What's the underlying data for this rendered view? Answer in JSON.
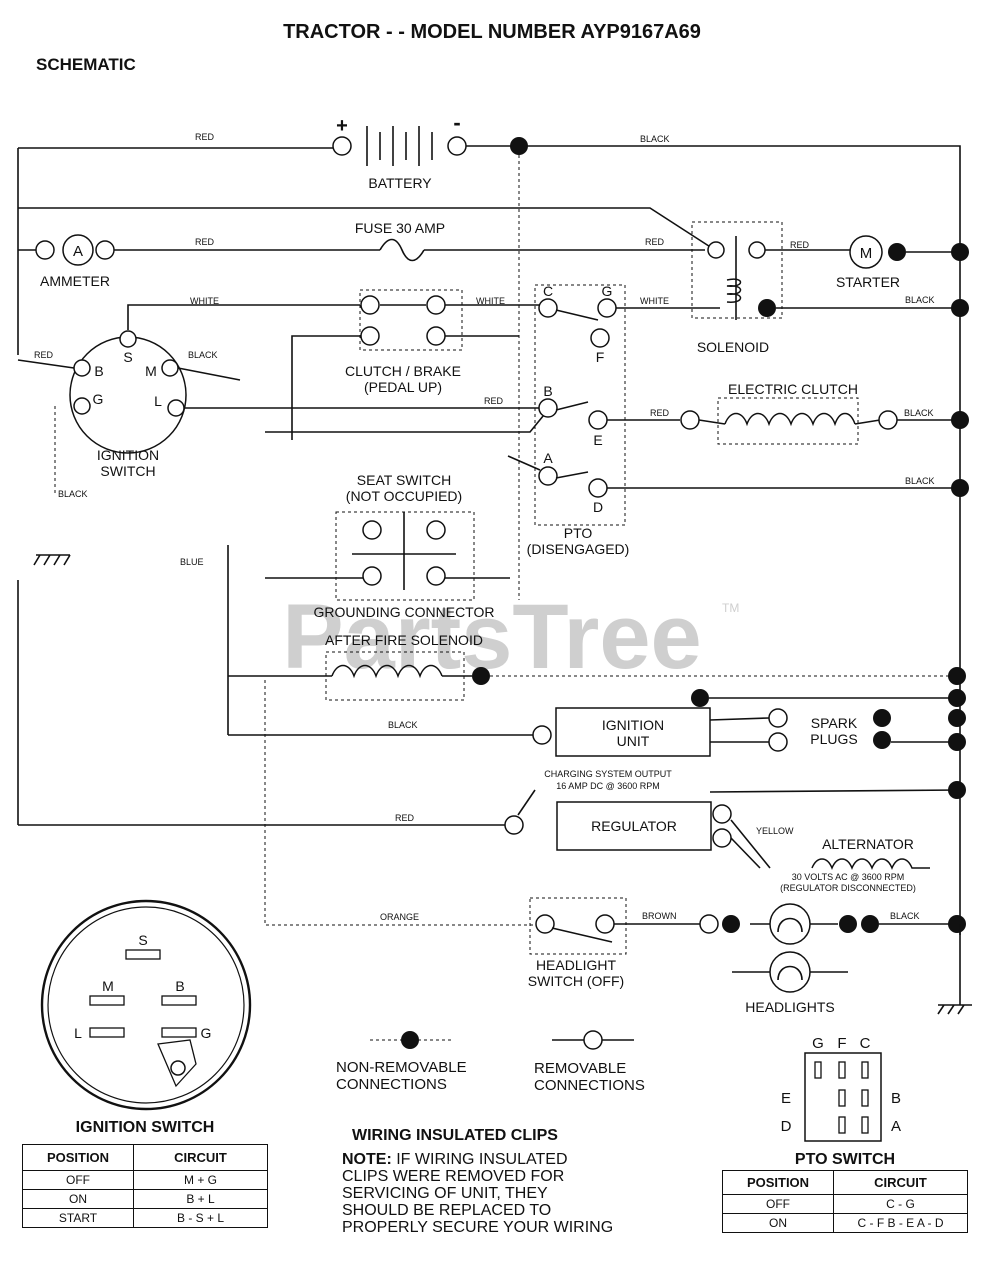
{
  "title": "TRACTOR - - MODEL NUMBER AYP9167A69",
  "subtitle": "SCHEMATIC",
  "watermark": "PartsTree",
  "watermark_tm": "TM",
  "components": {
    "battery": "BATTERY",
    "battery_plus": "+",
    "battery_minus": "-",
    "fuse": "FUSE 30 AMP",
    "ammeter": "AMMETER",
    "ammeter_letter": "A",
    "starter": "STARTER",
    "starter_letter": "M",
    "solenoid": "SOLENOID",
    "clutch_brake_1": "CLUTCH / BRAKE",
    "clutch_brake_2": "(PEDAL UP)",
    "electric_clutch": "ELECTRIC CLUTCH",
    "ignition_switch_1": "IGNITION",
    "ignition_switch_2": "SWITCH",
    "seat_switch_1": "SEAT SWITCH",
    "seat_switch_2": "(NOT OCCUPIED)",
    "pto_1": "PTO",
    "pto_2": "(DISENGAGED)",
    "grounding_connector": "GROUNDING CONNECTOR",
    "after_fire_solenoid": "AFTER FIRE SOLENOID",
    "ignition_unit_1": "IGNITION",
    "ignition_unit_2": "UNIT",
    "spark_plugs_1": "SPARK",
    "spark_plugs_2": "PLUGS",
    "regulator": "REGULATOR",
    "alternator": "ALTERNATOR",
    "charging_1": "CHARGING SYSTEM OUTPUT",
    "charging_2": "16 AMP DC @ 3600 RPM",
    "volts_1": "30 VOLTS AC @ 3600 RPM",
    "volts_2": "(REGULATOR DISCONNECTED)",
    "headlight_switch_1": "HEADLIGHT",
    "headlight_switch_2": "SWITCH (OFF)",
    "headlights": "HEADLIGHTS"
  },
  "wire_labels": {
    "red_top": "RED",
    "black_top": "BLACK",
    "red_ammeter": "RED",
    "red_fuse": "RED",
    "red_starter": "RED",
    "white_ign": "WHITE",
    "white_clutch": "WHITE",
    "white_sol": "WHITE",
    "black_sol": "BLACK",
    "red_ign_b": "RED",
    "black_ign_m": "BLACK",
    "red_pto": "RED",
    "red_eclutch": "RED",
    "black_eclutch": "BLACK",
    "black_pto_d": "BLACK",
    "black_ground": "BLACK",
    "blue": "BLUE",
    "black_ign_unit": "BLACK",
    "red_reg": "RED",
    "yellow": "YELLOW",
    "orange": "ORANGE",
    "brown": "BROWN",
    "black_head": "BLACK"
  },
  "terminals": {
    "ign_s": "S",
    "ign_b": "B",
    "ign_m": "M",
    "ign_g": "G",
    "ign_l": "L",
    "pto_c": "C",
    "pto_g": "G",
    "pto_f": "F",
    "pto_b": "B",
    "pto_e": "E",
    "pto_a": "A",
    "pto_d": "D"
  },
  "legend": {
    "non_removable_1": "NON-REMOVABLE",
    "non_removable_2": "CONNECTIONS",
    "removable_1": "REMOVABLE",
    "removable_2": "CONNECTIONS"
  },
  "ignition_switch": {
    "title": "IGNITION SWITCH",
    "pin_labels": {
      "s": "S",
      "m": "M",
      "b": "B",
      "l": "L",
      "g": "G"
    },
    "headers": [
      "POSITION",
      "CIRCUIT"
    ],
    "rows": [
      [
        "OFF",
        "M + G"
      ],
      [
        "ON",
        "B + L"
      ],
      [
        "START",
        "B - S + L"
      ]
    ]
  },
  "wiring_clips": {
    "title": "WIRING INSULATED CLIPS",
    "note_label": "NOTE:",
    "line1": " IF WIRING INSULATED",
    "line2": "CLIPS WERE REMOVED FOR",
    "line3": "SERVICING OF UNIT, THEY",
    "line4": "SHOULD BE REPLACED TO",
    "line5": "PROPERLY SECURE YOUR WIRING"
  },
  "pto_switch": {
    "title": "PTO SWITCH",
    "pin_labels": {
      "g": "G",
      "f": "F",
      "c": "C",
      "e": "E",
      "b": "B",
      "d": "D",
      "a": "A"
    },
    "headers": [
      "POSITION",
      "CIRCUIT"
    ],
    "rows": [
      [
        "OFF",
        "C - G"
      ],
      [
        "ON",
        "C - F B - E A - D"
      ]
    ]
  }
}
